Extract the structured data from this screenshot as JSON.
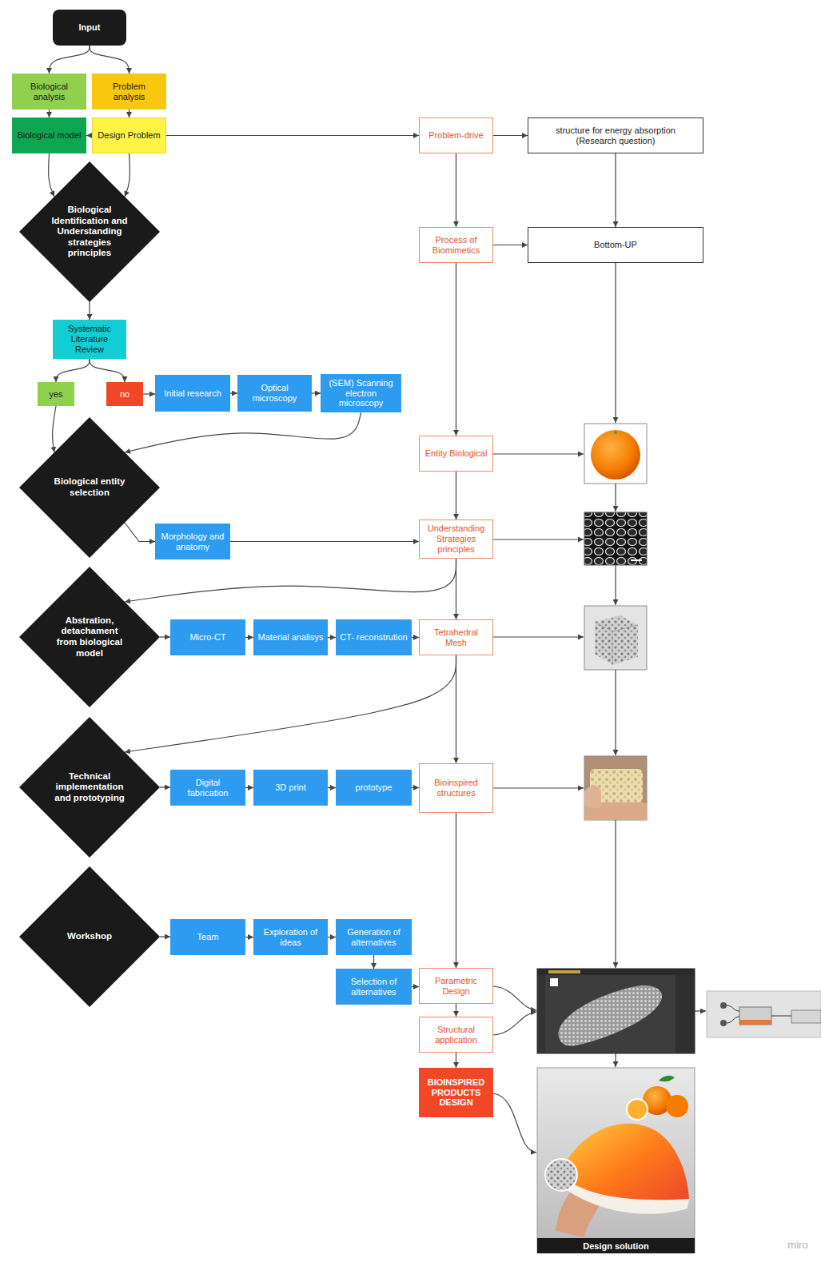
{
  "diagram": {
    "nodes": [
      {
        "text": [
          "Input"
        ]
      },
      {
        "text": [
          "Biological analysis"
        ]
      },
      {
        "text": [
          "Problem analysis"
        ]
      },
      {
        "text": [
          "Biological model"
        ]
      },
      {
        "text": [
          "Design Problem"
        ]
      },
      {
        "text": [
          "Problem-drive"
        ]
      },
      {
        "text": [
          "structure for energy absorption (Research question)"
        ]
      },
      {
        "text": [
          "Biological Identification and Understanding strategies principles"
        ]
      },
      {
        "text": [
          "Process of Biomimetics"
        ]
      },
      {
        "text": [
          "Bottom-UP"
        ]
      },
      {
        "text": [
          "Systematic Literature Review"
        ]
      },
      {
        "text": [
          "yes"
        ]
      },
      {
        "text": [
          "no"
        ]
      },
      {
        "text": [
          "Initial research"
        ]
      },
      {
        "text": [
          "Optical microscopy"
        ]
      },
      {
        "text": [
          "(SEM) Scanning electron microscopy"
        ]
      },
      {
        "text": [
          "Biological entity selection"
        ]
      },
      {
        "text": [
          "Entity Biological"
        ]
      },
      {
        "text": [
          "Morphology and anatomy"
        ]
      },
      {
        "text": [
          "Understanding Strategies principles"
        ]
      },
      {
        "text": [
          "Abstration, detachament from biological model"
        ]
      },
      {
        "text": [
          "Micro-CT"
        ]
      },
      {
        "text": [
          "Material analisys"
        ]
      },
      {
        "text": [
          "CT- reconstrution"
        ]
      },
      {
        "text": [
          "Tetrahedral Mesh"
        ]
      },
      {
        "text": [
          "Technical implementation and prototyping"
        ]
      },
      {
        "text": [
          "Digital fabrication"
        ]
      },
      {
        "text": [
          "3D print"
        ]
      },
      {
        "text": [
          "prototype"
        ]
      },
      {
        "text": [
          "Bioinspired structures"
        ]
      },
      {
        "text": [
          "Workshop"
        ]
      },
      {
        "text": [
          "Team"
        ]
      },
      {
        "text": [
          "Exploration of ideas"
        ]
      },
      {
        "text": [
          "Generation of alternatives"
        ]
      },
      {
        "text": [
          "Selection of alternatives"
        ]
      },
      {
        "text": [
          "Parametric Design"
        ]
      },
      {
        "text": [
          "Structural application"
        ]
      },
      {
        "text": [
          "BIOINSPIRED PRODUCTS DESIGN"
        ]
      }
    ],
    "edges": [
      {
        "from": 0,
        "to": 1,
        "arrow": "to"
      },
      {
        "from": 0,
        "to": 2,
        "arrow": "to"
      },
      {
        "from": 1,
        "to": 3,
        "arrow": "to"
      },
      {
        "from": 2,
        "to": 4,
        "arrow": "to"
      },
      {
        "from": 4,
        "to": 3,
        "arrow": "to"
      },
      {
        "from": 4,
        "to": 5,
        "arrow": "to"
      },
      {
        "from": 3,
        "to": 7,
        "arrow": "to"
      },
      {
        "from": 4,
        "to": 7,
        "arrow": "to"
      },
      {
        "from": 5,
        "to": 6,
        "arrow": "to"
      },
      {
        "from": 5,
        "to": 8,
        "arrow": "to"
      },
      {
        "from": 6,
        "to": 9,
        "arrow": "to"
      },
      {
        "from": 8,
        "to": 9,
        "arrow": "to"
      },
      {
        "from": 7,
        "to": 10,
        "arrow": "to"
      },
      {
        "from": 10,
        "to": 11,
        "arrow": "to"
      },
      {
        "from": 10,
        "to": 12,
        "arrow": "to"
      },
      {
        "from": 12,
        "to": 13,
        "arrow": "to"
      },
      {
        "from": 13,
        "to": 14,
        "arrow": "to"
      },
      {
        "from": 14,
        "to": 15,
        "arrow": "to"
      },
      {
        "from": 11,
        "to": 16,
        "arrow": "to"
      },
      {
        "from": 15,
        "to": 16,
        "arrow": "to"
      },
      {
        "from": 8,
        "to": 17,
        "arrow": "to"
      },
      {
        "from": 16,
        "to": 18,
        "arrow": "to"
      },
      {
        "from": 18,
        "to": 19,
        "arrow": "to"
      },
      {
        "from": 17,
        "to": 19,
        "arrow": "to"
      },
      {
        "from": 19,
        "to": 20,
        "arrow": "to"
      },
      {
        "from": 19,
        "to": 24,
        "arrow": "to"
      },
      {
        "from": 20,
        "to": 21,
        "arrow": "to"
      },
      {
        "from": 21,
        "to": 22,
        "arrow": "to"
      },
      {
        "from": 22,
        "to": 23,
        "arrow": "to"
      },
      {
        "from": 23,
        "to": 24,
        "arrow": "to"
      },
      {
        "from": 24,
        "to": 25,
        "arrow": "to"
      },
      {
        "from": 24,
        "to": 29,
        "arrow": "to"
      },
      {
        "from": 25,
        "to": 26,
        "arrow": "to"
      },
      {
        "from": 26,
        "to": 27,
        "arrow": "to"
      },
      {
        "from": 27,
        "to": 28,
        "arrow": "to"
      },
      {
        "from": 28,
        "to": 29,
        "arrow": "to"
      },
      {
        "from": 29,
        "to": 35,
        "arrow": "to"
      },
      {
        "from": 30,
        "to": 31,
        "arrow": "to"
      },
      {
        "from": 31,
        "to": 32,
        "arrow": "to"
      },
      {
        "from": 32,
        "to": 33,
        "arrow": "to"
      },
      {
        "from": 33,
        "to": 34,
        "arrow": "to"
      },
      {
        "from": 34,
        "to": 35,
        "arrow": "to"
      },
      {
        "from": 35,
        "to": 36,
        "arrow": "to"
      },
      {
        "from": 36,
        "to": 37,
        "arrow": "to"
      }
    ],
    "labels": [
      "Design solution",
      "miro"
    ]
  }
}
